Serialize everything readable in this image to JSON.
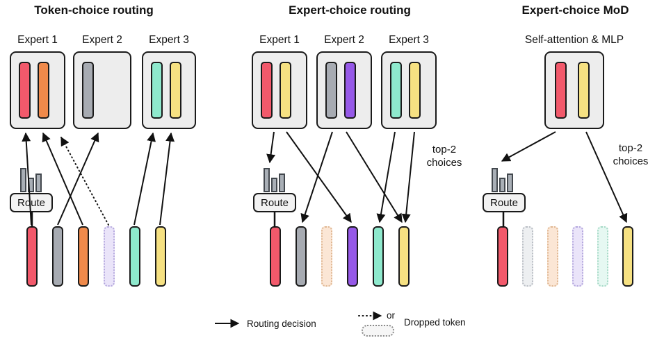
{
  "figure": {
    "panels": [
      {
        "title": "Token-choice routing",
        "expert_labels": [
          "Expert 1",
          "Expert 2",
          "Expert 3"
        ],
        "route_label": "Route",
        "tokens": [
          "red",
          "gray",
          "orange",
          "lavender-dropped",
          "teal",
          "yellow"
        ]
      },
      {
        "title": "Expert-choice routing",
        "expert_labels": [
          "Expert 1",
          "Expert 2",
          "Expert 3"
        ],
        "route_label": "Route",
        "annotation": "top-2\nchoices",
        "tokens": [
          "red",
          "gray",
          "peach-dropped",
          "purple",
          "teal",
          "yellow"
        ]
      },
      {
        "title": "Expert-choice MoD",
        "block_label": "Self-attention & MLP",
        "route_label": "Route",
        "annotation": "top-2\nchoices",
        "tokens": [
          "red",
          "gray-dropped",
          "peach-dropped",
          "lavender-dropped",
          "mint-dropped",
          "yellow"
        ]
      }
    ],
    "legend": {
      "routing_decision_label": "Routing decision",
      "or_label": "or",
      "dropped_token_label": "Dropped token"
    },
    "colors": {
      "red": "#f2596b",
      "orange": "#f08a4b",
      "gray": "#a7abb2",
      "teal": "#8ee9cd",
      "yellow": "#f6e182",
      "purple": "#9659e8",
      "expert_box_fill": "#ededed",
      "outline": "#1a1a1a"
    }
  }
}
